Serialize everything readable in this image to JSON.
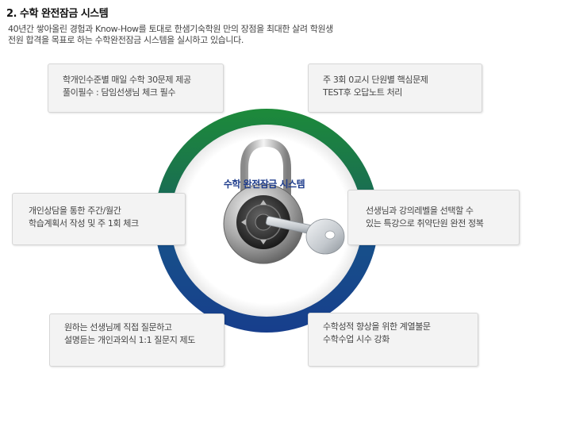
{
  "heading": "2. 수학 완전잠금 시스템",
  "intro_lines": [
    "40년간 쌓아올린 경험과 Know-How를 토대로 한샘기숙학원 만의 장점을 최대한 살려 학원생",
    "전원 합격을 목표로 하는 수학완전잠금 시스템을 실시하고 있습니다."
  ],
  "center_title": "수학 완전잠금 시스템",
  "boxes": {
    "top_left": [
      "학개인수준별 매일 수학 30문제 제공",
      "풀이필수 : 담임선생님 체크 필수"
    ],
    "top_right": [
      "주 3회 0교시 단원별 핵심문제",
      "TEST후 오답노트 처리"
    ],
    "middle_left": [
      "개인상담을 통한 주간/월간",
      "학습계획서 작성 및 주 1회 체크"
    ],
    "middle_right": [
      "선생님과 강의레벨을 선택할 수",
      "있는 특강으로 취약단원 완전 정복"
    ],
    "bottom_left": [
      "원하는 선생님께  직접 질문하고",
      "설명듣는 개인과외식 1:1 질문지 제도"
    ],
    "bottom_right": [
      "수학성적 향상을 위한 계열불문",
      "수학수업 시수 강화"
    ]
  },
  "colors": {
    "ring_top": "#1d8a3a",
    "ring_bottom": "#173e8c",
    "center_title": "#1e3c8c",
    "box_background": "#f3f3f3"
  },
  "icons": {
    "center": "padlock-with-key-icon"
  }
}
